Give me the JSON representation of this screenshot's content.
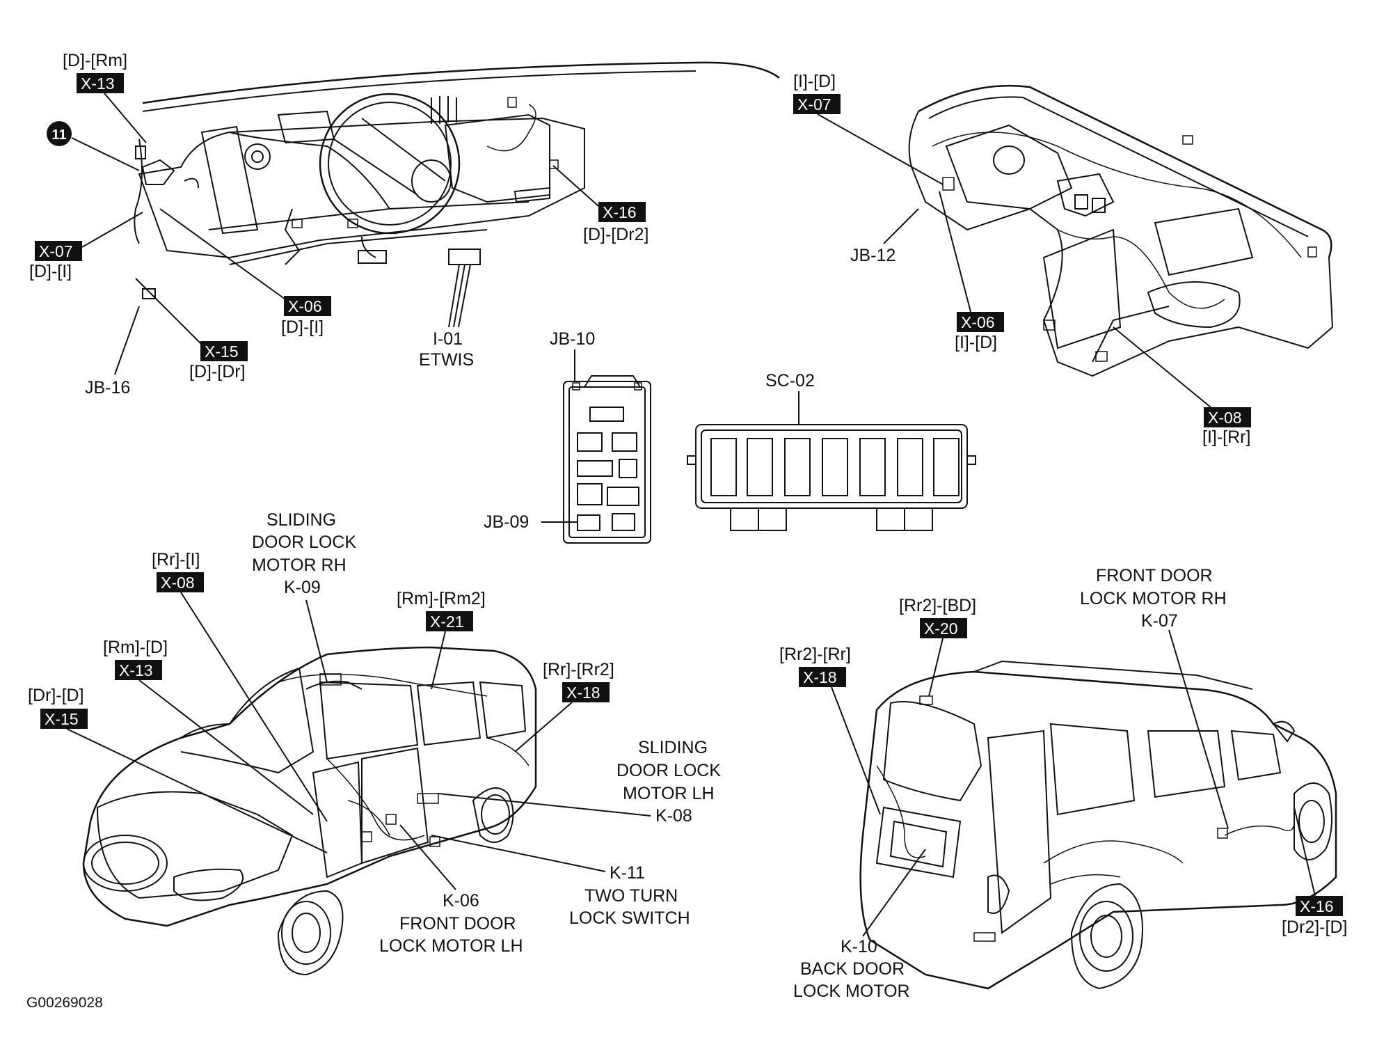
{
  "diagram_id": "G00269028",
  "callout_number": "11",
  "components": {
    "etwis": {
      "code": "I-01",
      "name": "ETWIS"
    },
    "jb16": "JB-16",
    "jb12": "JB-12",
    "jb10": "JB-10",
    "jb09": "JB-09",
    "sc02": "SC-02",
    "k09": {
      "line1": "SLIDING",
      "line2": "DOOR LOCK",
      "line3": "MOTOR RH",
      "code": "K-09"
    },
    "k08": {
      "line1": "SLIDING",
      "line2": "DOOR LOCK",
      "line3": "MOTOR LH",
      "code": "K-08"
    },
    "k11": {
      "code": "K-11",
      "line1": "TWO TURN",
      "line2": "LOCK SWITCH"
    },
    "k06": {
      "code": "K-06",
      "line1": "FRONT DOOR",
      "line2": "LOCK MOTOR LH"
    },
    "k07": {
      "line1": "FRONT DOOR",
      "line2": "LOCK MOTOR RH",
      "code": "K-07"
    },
    "k10": {
      "code": "K-10",
      "line1": "BACK DOOR",
      "line2": "LOCK MOTOR"
    }
  },
  "connectors": {
    "tl_x13": {
      "label": "[D]-[Rm]",
      "tag": "X-13"
    },
    "tl_x07": {
      "tag": "X-07",
      "label": "[D]-[I]"
    },
    "tl_x06": {
      "tag": "X-06",
      "label": "[D]-[I]"
    },
    "tl_x15": {
      "tag": "X-15",
      "label": "[D]-[Dr]"
    },
    "tl_x16": {
      "tag": "X-16",
      "label": "[D]-[Dr2]"
    },
    "tr_x07": {
      "label": "[I]-[D]",
      "tag": "X-07"
    },
    "tr_x06": {
      "tag": "X-06",
      "label": "[I]-[D]"
    },
    "tr_x08": {
      "tag": "X-08",
      "label": "[I]-[Rr]"
    },
    "bl_x08": {
      "label": "[Rr]-[I]",
      "tag": "X-08"
    },
    "bl_x21": {
      "label": "[Rm]-[Rm2]",
      "tag": "X-21"
    },
    "bl_x13": {
      "label": "[Rm]-[D]",
      "tag": "X-13"
    },
    "bl_x18": {
      "label": "[Rr]-[Rr2]",
      "tag": "X-18"
    },
    "bl_x15": {
      "label": "[Dr]-[D]",
      "tag": "X-15"
    },
    "br_x20": {
      "label": "[Rr2]-[BD]",
      "tag": "X-20"
    },
    "br_x18": {
      "label": "[Rr2]-[Rr]",
      "tag": "X-18"
    },
    "br_x16": {
      "tag": "X-16",
      "label": "[Dr2]-[D]"
    }
  }
}
